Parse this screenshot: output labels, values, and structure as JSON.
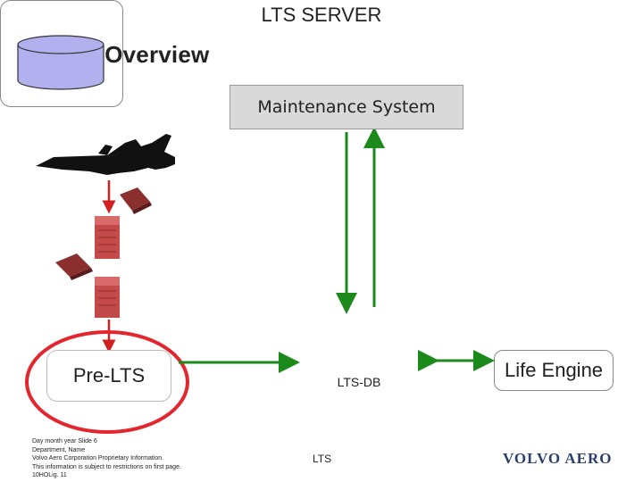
{
  "title": "LTS Overview",
  "nodes": {
    "maintenance_system": "Maintenance System",
    "pre_lts": "Pre-LTS",
    "lts_server": "LTS SERVER",
    "lts_db": "LTS-DB",
    "life_engine": "Life Engine"
  },
  "footer": {
    "lines": [
      "Day month year  Slide 6",
      "Department, Name",
      "Volvo Aero Corporation Proprietary Information.",
      "This information is subject to restrictions on first page.",
      "10HOLig. 11"
    ],
    "center": "LTS",
    "logo": "VOLVO AERO"
  },
  "colors": {
    "arrow": "#1b8a1b",
    "red_arrow": "#d21f1f",
    "highlight_circle": "#e3262d",
    "db_fill": "#b3b0f0",
    "server_box": "#cc3333"
  },
  "icons": [
    "jet-aircraft-icon",
    "data-recorder-icon",
    "server-tower-icon",
    "database-cylinder-icon"
  ]
}
